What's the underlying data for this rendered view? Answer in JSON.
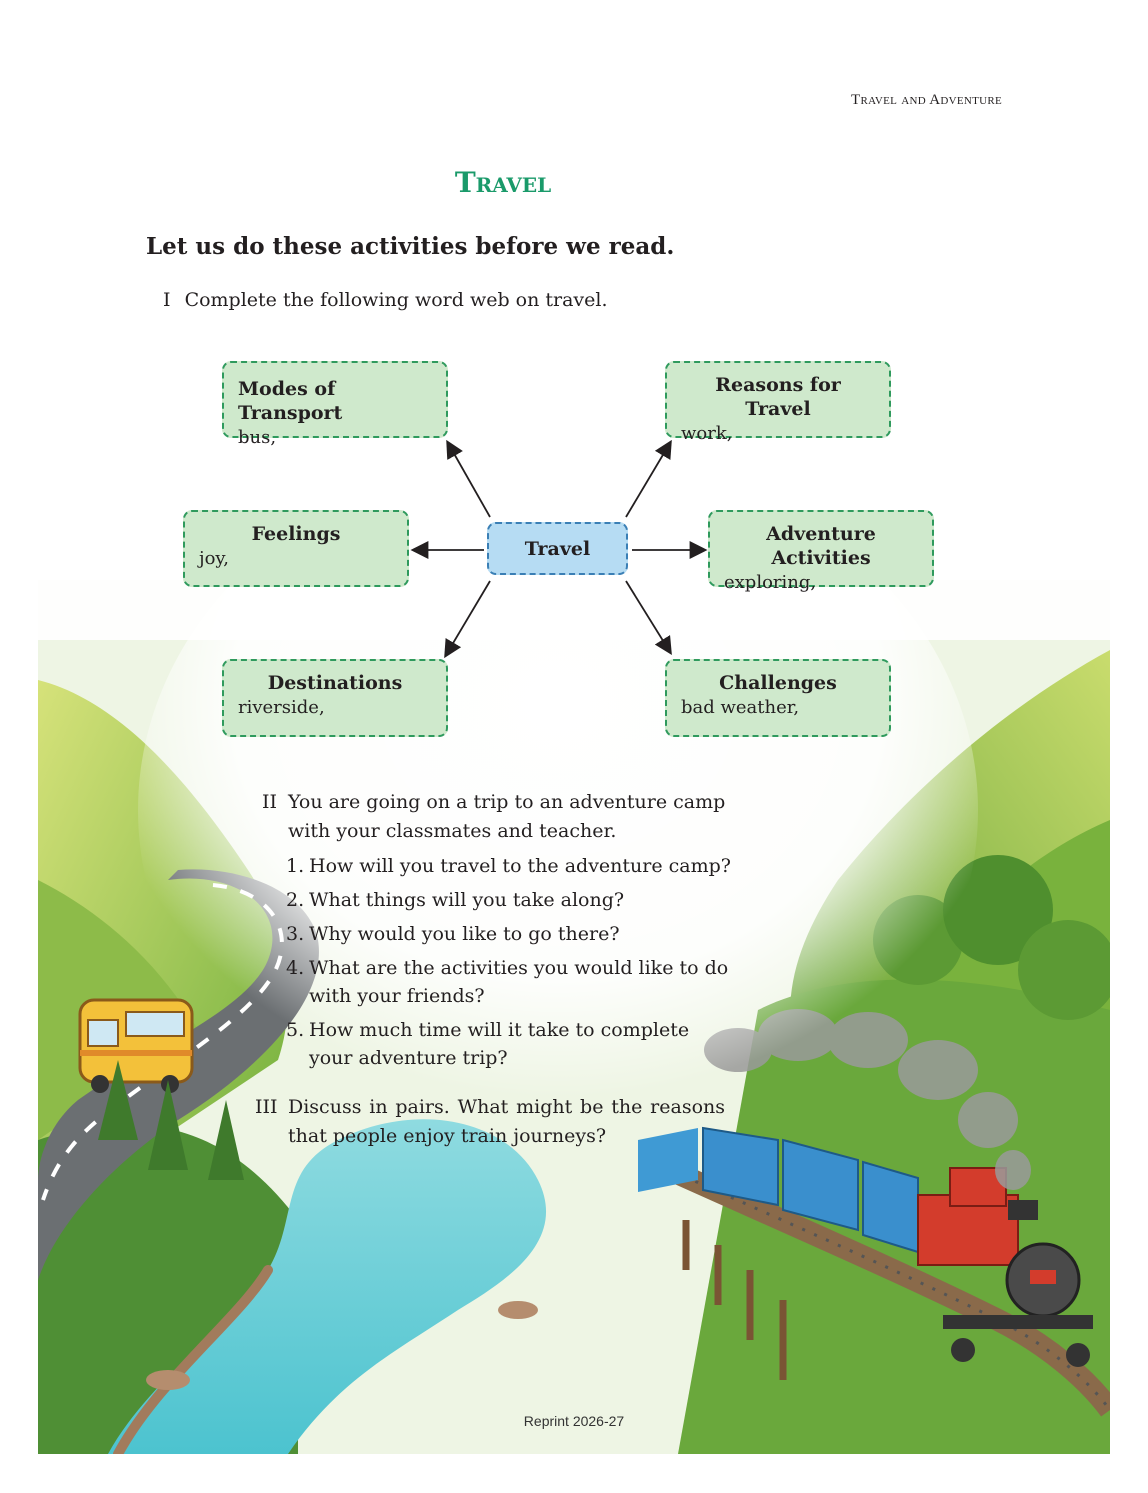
{
  "running_head": "Travel and Adventure",
  "title": "Travel",
  "heading": "Let us do these activities before we read.",
  "task1": {
    "num": "I",
    "text": "Complete the following word web on travel."
  },
  "word_web": {
    "center": "Travel",
    "boxes": [
      {
        "title": "Modes of Transport",
        "value": "bus,"
      },
      {
        "title": "Reasons for Travel",
        "value": "work,"
      },
      {
        "title": "Feelings",
        "value": "joy,"
      },
      {
        "title": "Adventure Activities",
        "value": "exploring,"
      },
      {
        "title": "Destinations",
        "value": "riverside,"
      },
      {
        "title": "Challenges",
        "value": "bad weather,"
      }
    ]
  },
  "task2": {
    "num": "II",
    "text": "You are going on a trip to an adventure camp with your classmates and teacher.",
    "questions": [
      {
        "n": "1.",
        "text": "How will you travel to the adventure camp?"
      },
      {
        "n": "2.",
        "text": "What things will you take along?"
      },
      {
        "n": "3.",
        "text": "Why would you like to go there?"
      },
      {
        "n": "4.",
        "text": "What are the activities you would like to do with your friends?"
      },
      {
        "n": "5.",
        "text": "How much time will it take to complete your adventure trip?"
      }
    ]
  },
  "task3": {
    "num": "III",
    "text": "Discuss in pairs. What might be the reasons that people enjoy train journeys?"
  },
  "footer": "Reprint 2026-27",
  "colors": {
    "title": "#1a9a6a",
    "box_fill": "#cfe9cc",
    "box_border": "#2f9a5d",
    "center_fill": "#b6dcf3"
  }
}
